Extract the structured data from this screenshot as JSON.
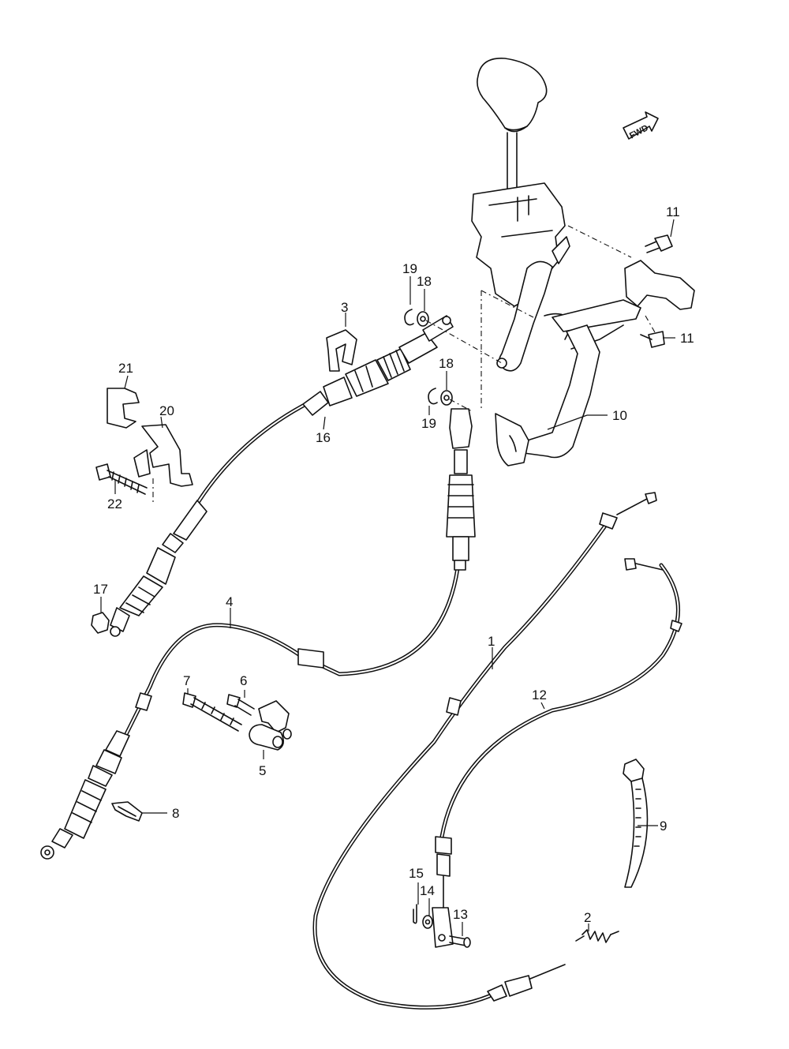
{
  "fwd_badge": "FWD",
  "callouts": [
    {
      "id": "c1",
      "label": "1"
    },
    {
      "id": "c2",
      "label": "2"
    },
    {
      "id": "c3",
      "label": "3"
    },
    {
      "id": "c4",
      "label": "4"
    },
    {
      "id": "c5",
      "label": "5"
    },
    {
      "id": "c6",
      "label": "6"
    },
    {
      "id": "c7",
      "label": "7"
    },
    {
      "id": "c8",
      "label": "8"
    },
    {
      "id": "c9",
      "label": "9"
    },
    {
      "id": "c10",
      "label": "10"
    },
    {
      "id": "c11a",
      "label": "11"
    },
    {
      "id": "c11b",
      "label": "11"
    },
    {
      "id": "c12",
      "label": "12"
    },
    {
      "id": "c13",
      "label": "13"
    },
    {
      "id": "c14",
      "label": "14"
    },
    {
      "id": "c15",
      "label": "15"
    },
    {
      "id": "c16",
      "label": "16"
    },
    {
      "id": "c17",
      "label": "17"
    },
    {
      "id": "c18a",
      "label": "18"
    },
    {
      "id": "c18b",
      "label": "18"
    },
    {
      "id": "c19a",
      "label": "19"
    },
    {
      "id": "c19b",
      "label": "19"
    },
    {
      "id": "c20",
      "label": "20"
    },
    {
      "id": "c21",
      "label": "21"
    },
    {
      "id": "c22",
      "label": "22"
    }
  ]
}
